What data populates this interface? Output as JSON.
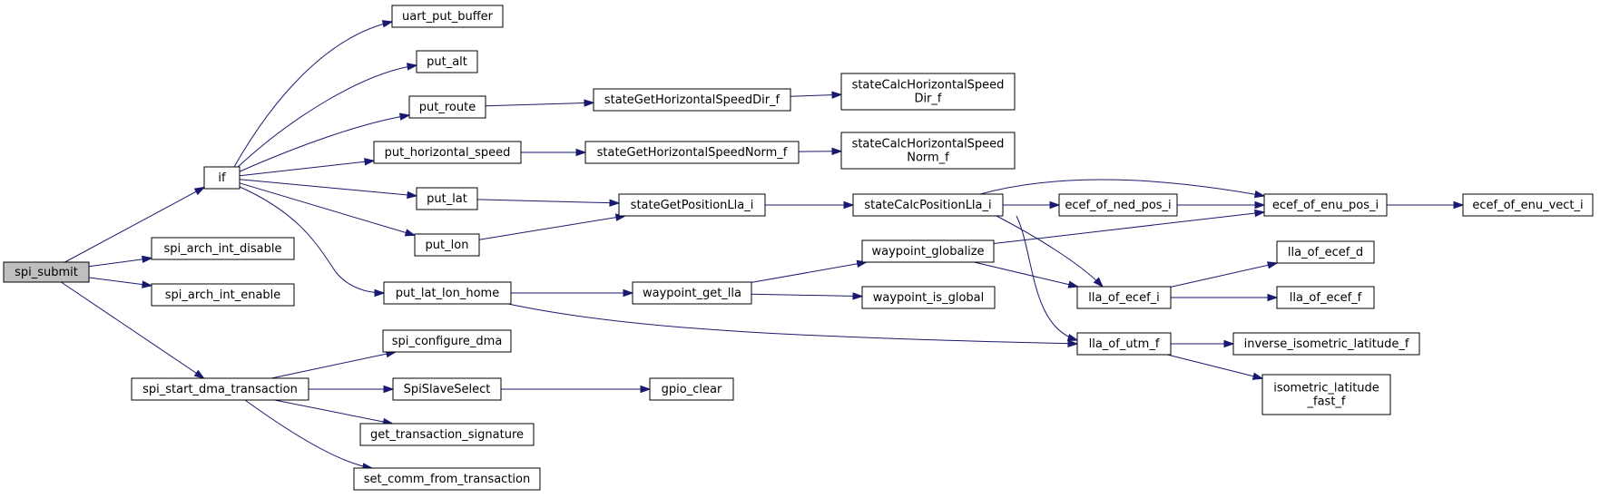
{
  "diagram": {
    "type": "call-graph",
    "edge_color": "#191970",
    "root_fill": "#bfbfbf",
    "nodes": [
      {
        "id": "spi_submit",
        "lines": [
          "spi_submit"
        ],
        "root": true
      },
      {
        "id": "if",
        "lines": [
          "if"
        ]
      },
      {
        "id": "spi_arch_int_disable",
        "lines": [
          "spi_arch_int_disable"
        ]
      },
      {
        "id": "spi_arch_int_enable",
        "lines": [
          "spi_arch_int_enable"
        ]
      },
      {
        "id": "spi_start_dma_transaction",
        "lines": [
          "spi_start_dma_transaction"
        ]
      },
      {
        "id": "uart_put_buffer",
        "lines": [
          "uart_put_buffer"
        ]
      },
      {
        "id": "put_alt",
        "lines": [
          "put_alt"
        ]
      },
      {
        "id": "put_route",
        "lines": [
          "put_route"
        ]
      },
      {
        "id": "put_horizontal_speed",
        "lines": [
          "put_horizontal_speed"
        ]
      },
      {
        "id": "put_lat",
        "lines": [
          "put_lat"
        ]
      },
      {
        "id": "put_lon",
        "lines": [
          "put_lon"
        ]
      },
      {
        "id": "put_lat_lon_home",
        "lines": [
          "put_lat_lon_home"
        ]
      },
      {
        "id": "spi_configure_dma",
        "lines": [
          "spi_configure_dma"
        ]
      },
      {
        "id": "SpiSlaveSelect",
        "lines": [
          "SpiSlaveSelect"
        ]
      },
      {
        "id": "get_transaction_signature",
        "lines": [
          "get_transaction_signature"
        ]
      },
      {
        "id": "set_comm_from_transaction",
        "lines": [
          "set_comm_from_transaction"
        ]
      },
      {
        "id": "stateGetHorizontalSpeedDir_f",
        "lines": [
          "stateGetHorizontalSpeedDir_f"
        ]
      },
      {
        "id": "stateGetHorizontalSpeedNorm_f",
        "lines": [
          "stateGetHorizontalSpeedNorm_f"
        ]
      },
      {
        "id": "stateGetPositionLla_i",
        "lines": [
          "stateGetPositionLla_i"
        ]
      },
      {
        "id": "waypoint_get_lla",
        "lines": [
          "waypoint_get_lla"
        ]
      },
      {
        "id": "gpio_clear",
        "lines": [
          "gpio_clear"
        ]
      },
      {
        "id": "stateCalcHorizontalSpeedDir_f",
        "lines": [
          "stateCalcHorizontalSpeed",
          "Dir_f"
        ]
      },
      {
        "id": "stateCalcHorizontalSpeedNorm_f",
        "lines": [
          "stateCalcHorizontalSpeed",
          "Norm_f"
        ]
      },
      {
        "id": "stateCalcPositionLla_i",
        "lines": [
          "stateCalcPositionLla_i"
        ]
      },
      {
        "id": "waypoint_globalize",
        "lines": [
          "waypoint_globalize"
        ]
      },
      {
        "id": "waypoint_is_global",
        "lines": [
          "waypoint_is_global"
        ]
      },
      {
        "id": "ecef_of_ned_pos_i",
        "lines": [
          "ecef_of_ned_pos_i"
        ]
      },
      {
        "id": "lla_of_ecef_i",
        "lines": [
          "lla_of_ecef_i"
        ]
      },
      {
        "id": "lla_of_utm_f",
        "lines": [
          "lla_of_utm_f"
        ]
      },
      {
        "id": "ecef_of_enu_pos_i",
        "lines": [
          "ecef_of_enu_pos_i"
        ]
      },
      {
        "id": "lla_of_ecef_d",
        "lines": [
          "lla_of_ecef_d"
        ]
      },
      {
        "id": "lla_of_ecef_f",
        "lines": [
          "lla_of_ecef_f"
        ]
      },
      {
        "id": "inverse_isometric_latitude_f",
        "lines": [
          "inverse_isometric_latitude_f"
        ]
      },
      {
        "id": "isometric_latitude_fast_f",
        "lines": [
          "isometric_latitude",
          "_fast_f"
        ]
      },
      {
        "id": "ecef_of_enu_vect_i",
        "lines": [
          "ecef_of_enu_vect_i"
        ]
      }
    ],
    "edges": [
      [
        "spi_submit",
        "if"
      ],
      [
        "spi_submit",
        "spi_arch_int_disable"
      ],
      [
        "spi_submit",
        "spi_arch_int_enable"
      ],
      [
        "spi_submit",
        "spi_start_dma_transaction"
      ],
      [
        "if",
        "uart_put_buffer"
      ],
      [
        "if",
        "put_alt"
      ],
      [
        "if",
        "put_route"
      ],
      [
        "if",
        "put_horizontal_speed"
      ],
      [
        "if",
        "put_lat"
      ],
      [
        "if",
        "put_lon"
      ],
      [
        "if",
        "put_lat_lon_home"
      ],
      [
        "put_route",
        "stateGetHorizontalSpeedDir_f"
      ],
      [
        "stateGetHorizontalSpeedDir_f",
        "stateCalcHorizontalSpeedDir_f"
      ],
      [
        "put_horizontal_speed",
        "stateGetHorizontalSpeedNorm_f"
      ],
      [
        "stateGetHorizontalSpeedNorm_f",
        "stateCalcHorizontalSpeedNorm_f"
      ],
      [
        "put_lat",
        "stateGetPositionLla_i"
      ],
      [
        "put_lon",
        "stateGetPositionLla_i"
      ],
      [
        "stateGetPositionLla_i",
        "stateCalcPositionLla_i"
      ],
      [
        "stateCalcPositionLla_i",
        "ecef_of_ned_pos_i"
      ],
      [
        "stateCalcPositionLla_i",
        "ecef_of_enu_pos_i"
      ],
      [
        "stateCalcPositionLla_i",
        "lla_of_ecef_i"
      ],
      [
        "stateCalcPositionLla_i",
        "lla_of_utm_f"
      ],
      [
        "ecef_of_ned_pos_i",
        "ecef_of_enu_pos_i"
      ],
      [
        "ecef_of_enu_pos_i",
        "ecef_of_enu_vect_i"
      ],
      [
        "put_lat_lon_home",
        "waypoint_get_lla"
      ],
      [
        "put_lat_lon_home",
        "lla_of_utm_f"
      ],
      [
        "waypoint_get_lla",
        "waypoint_globalize"
      ],
      [
        "waypoint_get_lla",
        "waypoint_is_global"
      ],
      [
        "waypoint_globalize",
        "ecef_of_enu_pos_i"
      ],
      [
        "waypoint_globalize",
        "lla_of_ecef_i"
      ],
      [
        "lla_of_ecef_i",
        "lla_of_ecef_d"
      ],
      [
        "lla_of_ecef_i",
        "lla_of_ecef_f"
      ],
      [
        "lla_of_utm_f",
        "inverse_isometric_latitude_f"
      ],
      [
        "lla_of_utm_f",
        "isometric_latitude_fast_f"
      ],
      [
        "spi_start_dma_transaction",
        "spi_configure_dma"
      ],
      [
        "spi_start_dma_transaction",
        "SpiSlaveSelect"
      ],
      [
        "spi_start_dma_transaction",
        "get_transaction_signature"
      ],
      [
        "spi_start_dma_transaction",
        "set_comm_from_transaction"
      ],
      [
        "SpiSlaveSelect",
        "gpio_clear"
      ]
    ]
  }
}
